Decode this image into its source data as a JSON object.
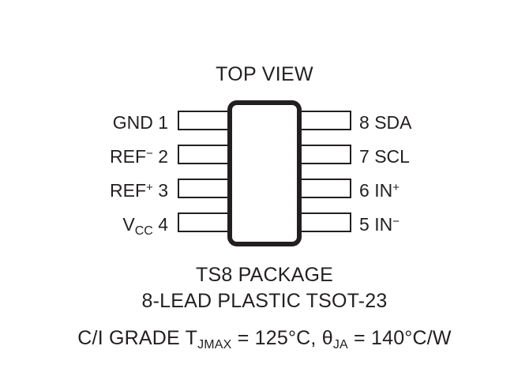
{
  "diagram": {
    "title": "TOP VIEW",
    "package_body": {
      "name": "ic-package-body"
    },
    "pins_left": [
      {
        "signal": "GND",
        "signal_sup": "",
        "signal_sub": "",
        "number": "1"
      },
      {
        "signal": "REF",
        "signal_sup": "−",
        "signal_sub": "",
        "number": "2"
      },
      {
        "signal": "REF",
        "signal_sup": "+",
        "signal_sub": "",
        "number": "3"
      },
      {
        "signal": "V",
        "signal_sup": "",
        "signal_sub": "CC",
        "number": "4"
      }
    ],
    "pins_right": [
      {
        "number": "8",
        "signal": "SDA",
        "signal_sup": ""
      },
      {
        "number": "7",
        "signal": "SCL",
        "signal_sup": ""
      },
      {
        "number": "6",
        "signal": "IN",
        "signal_sup": "+"
      },
      {
        "number": "5",
        "signal": "IN",
        "signal_sup": "−"
      }
    ],
    "caption": {
      "line1": "TS8 PACKAGE",
      "line2": "8-LEAD PLASTIC TSOT-23"
    },
    "thermal": {
      "prefix": "C/I GRADE T",
      "tj_sub": "JMAX",
      "tj_value": " = 125°C, ",
      "theta": "θ",
      "theta_sub": "JA",
      "theta_value": " = 140°C/W"
    }
  },
  "colors": {
    "ink": "#231f20",
    "background": "#ffffff"
  }
}
